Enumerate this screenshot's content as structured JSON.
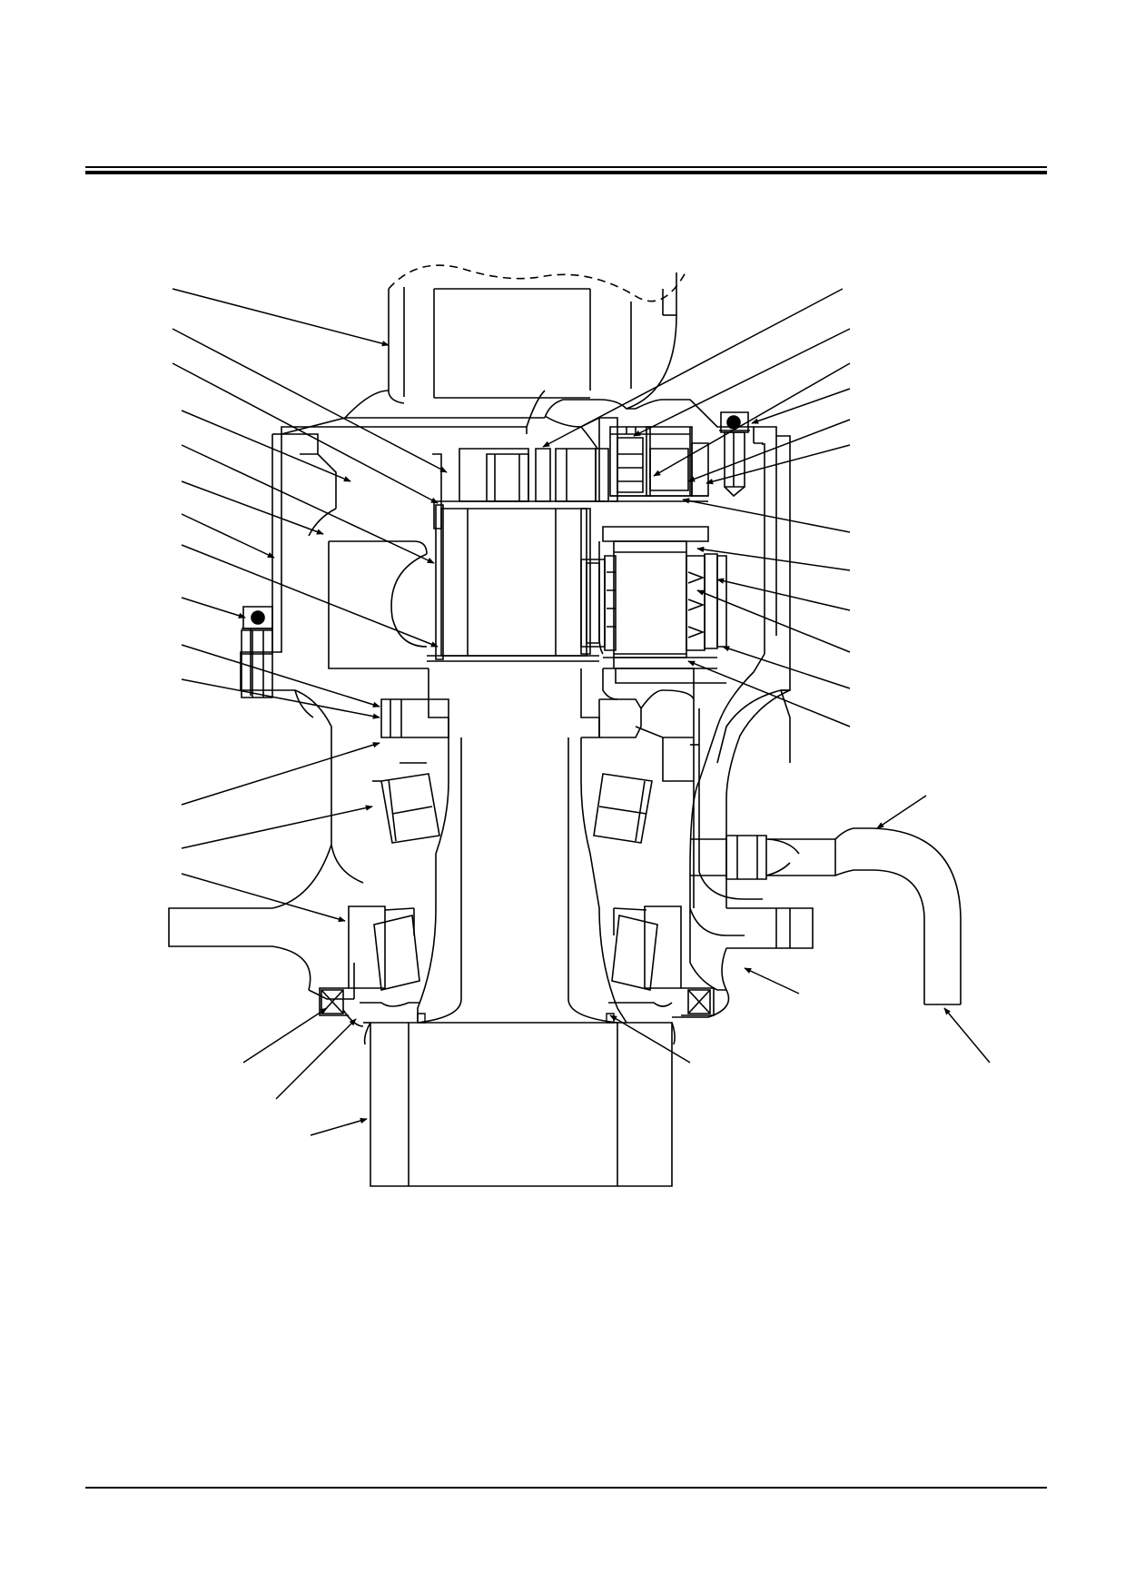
{
  "page": {
    "background": "#ffffff",
    "line_color": "#000000",
    "header_rule": "double",
    "footer_rule": "single"
  },
  "diagram": {
    "type": "engineering-cross-section",
    "visible_text": [],
    "leader_count": 32,
    "hatched_fastener_icons": 2
  }
}
